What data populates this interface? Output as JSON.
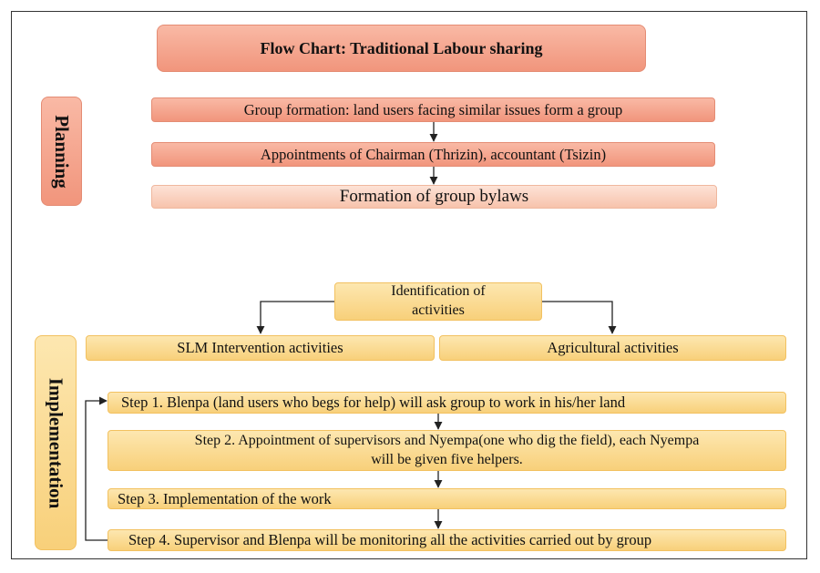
{
  "title": "Flow Chart: Traditional Labour sharing",
  "sections": {
    "planning": "Planning",
    "implementation": "Implementation"
  },
  "planning_steps": [
    "Group formation: land users facing similar issues form a group",
    "Appointments of Chairman (Thrizin), accountant (Tsizin)",
    "Formation of group bylaws"
  ],
  "identification": {
    "line1": "Identification of",
    "line2": "activities"
  },
  "activity_types": [
    "SLM Intervention activities",
    "Agricultural activities"
  ],
  "steps": [
    "Step 1.  Blenpa (land users who begs for help) will ask group to work in his/her land",
    "Step 2.  Appointment of supervisors and Nyempa(one who dig the field), each Nyempa",
    "will be given five helpers.",
    "Step 3. Implementation of the work",
    "Step 4. Supervisor and Blenpa will be monitoring all the activities carried out by group"
  ],
  "colors": {
    "planning_fill": "#f1957c",
    "implementation_fill": "#f8d07a",
    "connector": "#222222"
  }
}
